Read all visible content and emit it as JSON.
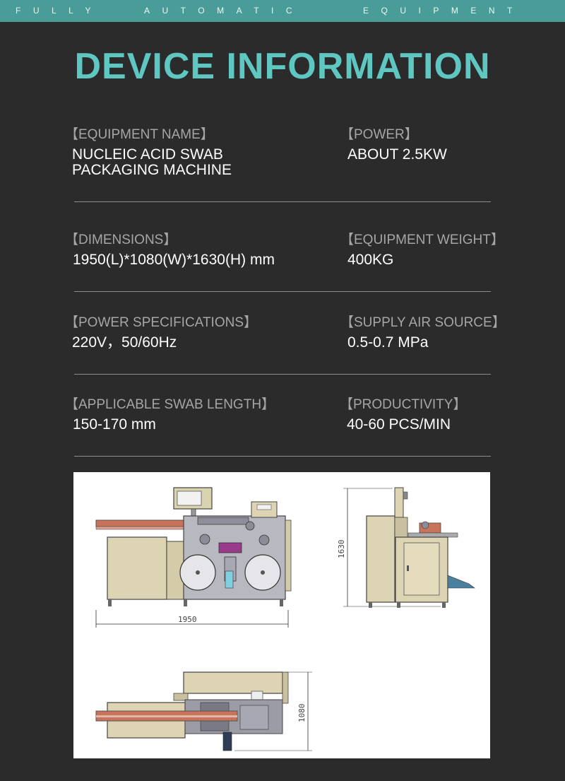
{
  "header": {
    "tagline_words": [
      "FULLY",
      "AUTOMATIC",
      "EQUIPMENT"
    ],
    "accent_color": "#4a9c99"
  },
  "title": "DEVICE INFORMATION",
  "title_color": "#5ec7c2",
  "specs": {
    "equipment_name": {
      "label": "【EQUIPMENT NAME】",
      "value": "NUCLEIC ACID SWAB\nPACKAGING MACHINE"
    },
    "power": {
      "label": "【POWER】",
      "value": "ABOUT 2.5KW"
    },
    "dimensions": {
      "label": "【DIMENSIONS】",
      "value": "1950(L)*1080(W)*1630(H) mm"
    },
    "equipment_weight": {
      "label": "【EQUIPMENT WEIGHT】",
      "value": "400KG"
    },
    "power_specifications": {
      "label": "【POWER SPECIFICATIONS】",
      "value": "220V，50/60Hz"
    },
    "supply_air_source": {
      "label": "【SUPPLY AIR SOURCE】",
      "value": "0.5-0.7 MPa"
    },
    "applicable_swab_length": {
      "label": "【APPLICABLE SWAB LENGTH】",
      "value": "150-170 mm"
    },
    "productivity": {
      "label": "【PRODUCTIVITY】",
      "value": "40-60  PCS/MIN"
    }
  },
  "drawing": {
    "length_dim": "1950",
    "height_dim": "1630",
    "width_dim": "1080"
  }
}
